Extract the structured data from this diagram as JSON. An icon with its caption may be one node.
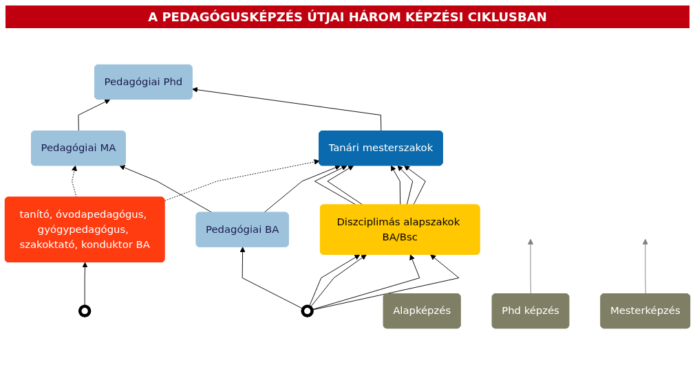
{
  "diagram": {
    "title": "A PEDAGÓGUSKÉPZÉS ÚTJAI HÁROM KÉPZÉSI CIKLUSBAN",
    "nodes": [
      {
        "text": [
          "Phd képzés"
        ]
      },
      {
        "text": [
          "Pedagógiai Phd"
        ]
      },
      {
        "text": [
          "Mesterképzés"
        ]
      },
      {
        "text": [
          "Pedagógiai MA"
        ]
      },
      {
        "text": [
          "Tanári mesterszakok"
        ]
      },
      {
        "text": [
          "Alapképzés"
        ]
      },
      {
        "text": [
          "tanító, óvodapedagógus, gyógypedagógus, szakoktató, konduktor BA"
        ]
      },
      {
        "text": [
          "Pedagógiai BA"
        ]
      },
      {
        "text": [
          "Diszciplimás alapszakok BA/Bsc"
        ]
      },
      {
        "text": [],
        "shape": "circle"
      },
      {
        "text": [],
        "shape": "circle"
      }
    ],
    "edges": [
      {
        "from": 0,
        "to": null,
        "arrow": "to",
        "color": "#808080"
      },
      {
        "from": 2,
        "to": null,
        "arrow": "to",
        "color": "#808080"
      },
      {
        "from": 3,
        "to": 1,
        "arrow": "to"
      },
      {
        "from": 4,
        "to": 1,
        "arrow": "to"
      },
      {
        "from": 6,
        "to": 3,
        "arrow": "to",
        "style": "dashed"
      },
      {
        "from": 6,
        "to": 4,
        "arrow": "to",
        "style": "dashed"
      },
      {
        "from": 7,
        "to": 3,
        "arrow": "to"
      },
      {
        "from": 7,
        "to": 4,
        "arrow": "to"
      },
      {
        "from": 8,
        "to": 4,
        "arrow": "to"
      },
      {
        "from": 8,
        "to": 4,
        "arrow": "to"
      },
      {
        "from": 8,
        "to": 4,
        "arrow": "to"
      },
      {
        "from": 8,
        "to": 4,
        "arrow": "to"
      },
      {
        "from": 8,
        "to": 4,
        "arrow": "to"
      },
      {
        "from": 9,
        "to": 6,
        "arrow": "to"
      },
      {
        "from": 10,
        "to": 7,
        "arrow": "to"
      },
      {
        "from": 10,
        "to": 8,
        "arrow": "to"
      },
      {
        "from": 10,
        "to": 8,
        "arrow": "to"
      },
      {
        "from": 10,
        "to": 8,
        "arrow": "to"
      },
      {
        "from": 10,
        "to": 8,
        "arrow": "to"
      }
    ]
  }
}
